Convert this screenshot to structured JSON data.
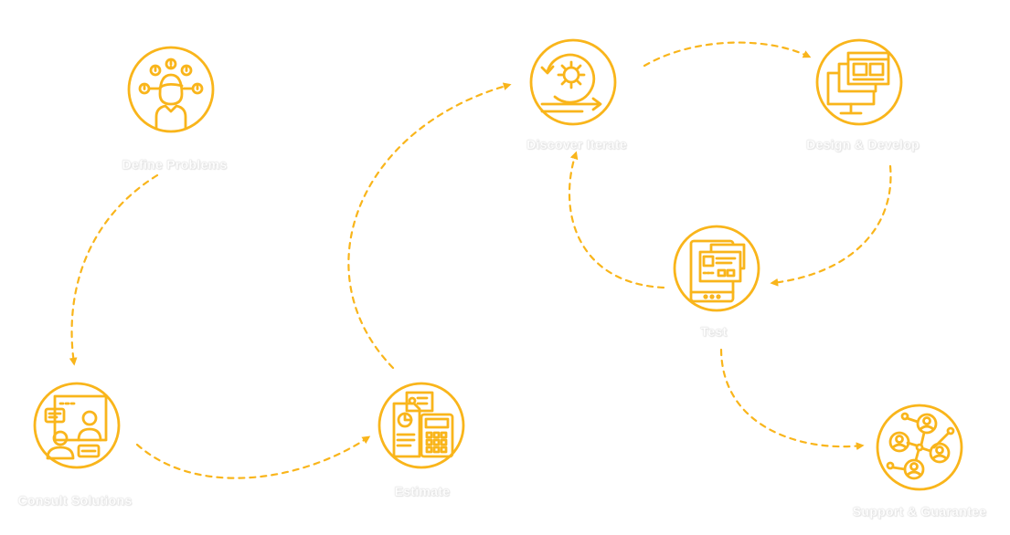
{
  "colors": {
    "accent": "#F9B51B",
    "label_text": "#FFFFFF"
  },
  "steps": [
    {
      "id": "define",
      "label": "Define Problems",
      "icon": "problem-person-icon"
    },
    {
      "id": "consult",
      "label": "Consult Solutions",
      "icon": "meeting-presentation-icon"
    },
    {
      "id": "estimate",
      "label": "Estimate",
      "icon": "calculator-document-icon"
    },
    {
      "id": "discover",
      "label": "Discover Iterate",
      "icon": "gear-cycle-icon"
    },
    {
      "id": "design",
      "label": "Design & Develop",
      "icon": "monitor-windows-icon"
    },
    {
      "id": "test",
      "label": "Test",
      "icon": "tablet-test-icon"
    },
    {
      "id": "support",
      "label": "Support & Guarantee",
      "icon": "network-people-icon"
    }
  ]
}
